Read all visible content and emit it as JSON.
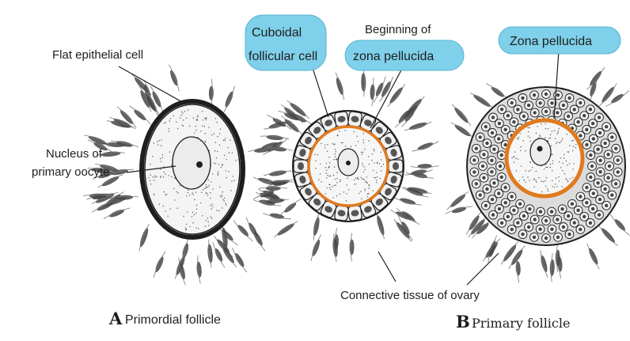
{
  "figure": {
    "panel_a": {
      "letter": "A",
      "title": "Primordial follicle",
      "labels": {
        "flat_epithelial": "Flat epithelial cell",
        "nucleus_line1": "Nucleus of",
        "nucleus_line2": "primary oocyte"
      }
    },
    "panel_middle": {
      "labels": {
        "cuboidal_line1": "Cuboidal",
        "cuboidal_line2": "follicular cell",
        "beginning_line1": "Beginning of",
        "beginning_line2": "zona pellucida"
      }
    },
    "panel_b": {
      "letter": "B",
      "title": "Primary follicle",
      "labels": {
        "zona": "Zona pellucida"
      }
    },
    "shared": {
      "connective": "Connective tissue of ovary"
    }
  },
  "colors": {
    "highlight_bubble": "#7fd0ea",
    "zona_orange": "#e07a1f",
    "ink": "#1e1e1e"
  }
}
